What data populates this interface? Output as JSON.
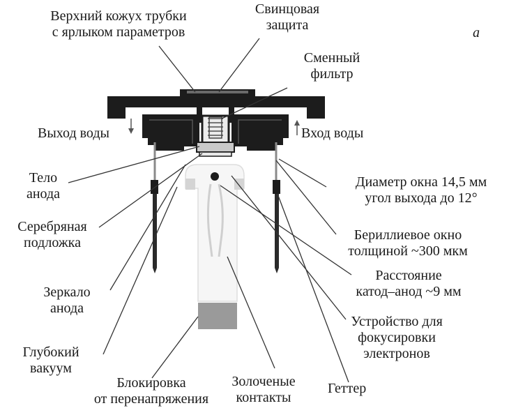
{
  "figure": {
    "letter": "а",
    "colors": {
      "ink": "#1a1a1a",
      "housing": "#1c1c1c",
      "tube_fill": "#f6f6f6",
      "bottom_fill": "#9a9a9a",
      "leader": "#333333"
    }
  },
  "labels": {
    "top_housing": [
      "Верхний кожух трубки",
      "с ярлыком параметров"
    ],
    "lead_shield": [
      "Свинцовая",
      "защита"
    ],
    "filter": [
      "Сменный",
      "фильтр"
    ],
    "water_out": "Выход воды",
    "water_in": "Вход воды",
    "anode_body": [
      "Тело",
      "анода"
    ],
    "window": [
      "Диаметр окна 14,5 мм",
      "угол выхода до 12°"
    ],
    "silver": [
      "Серебряная",
      "подложка"
    ],
    "beryllium": [
      "Бериллиевое окно",
      "толщиной ~300 мкм"
    ],
    "distance": [
      "Расстояние",
      "катод–анод ~9 мм"
    ],
    "mirror": [
      "Зеркало",
      "анода"
    ],
    "focus": [
      "Устройство для",
      "фокусировки",
      "электронов"
    ],
    "vacuum": [
      "Глубокий",
      "вакуум"
    ],
    "overvoltage": [
      "Блокировка",
      "от перенапряжения"
    ],
    "gold": [
      "Золоченые",
      "контакты"
    ],
    "getter": "Геттер"
  }
}
